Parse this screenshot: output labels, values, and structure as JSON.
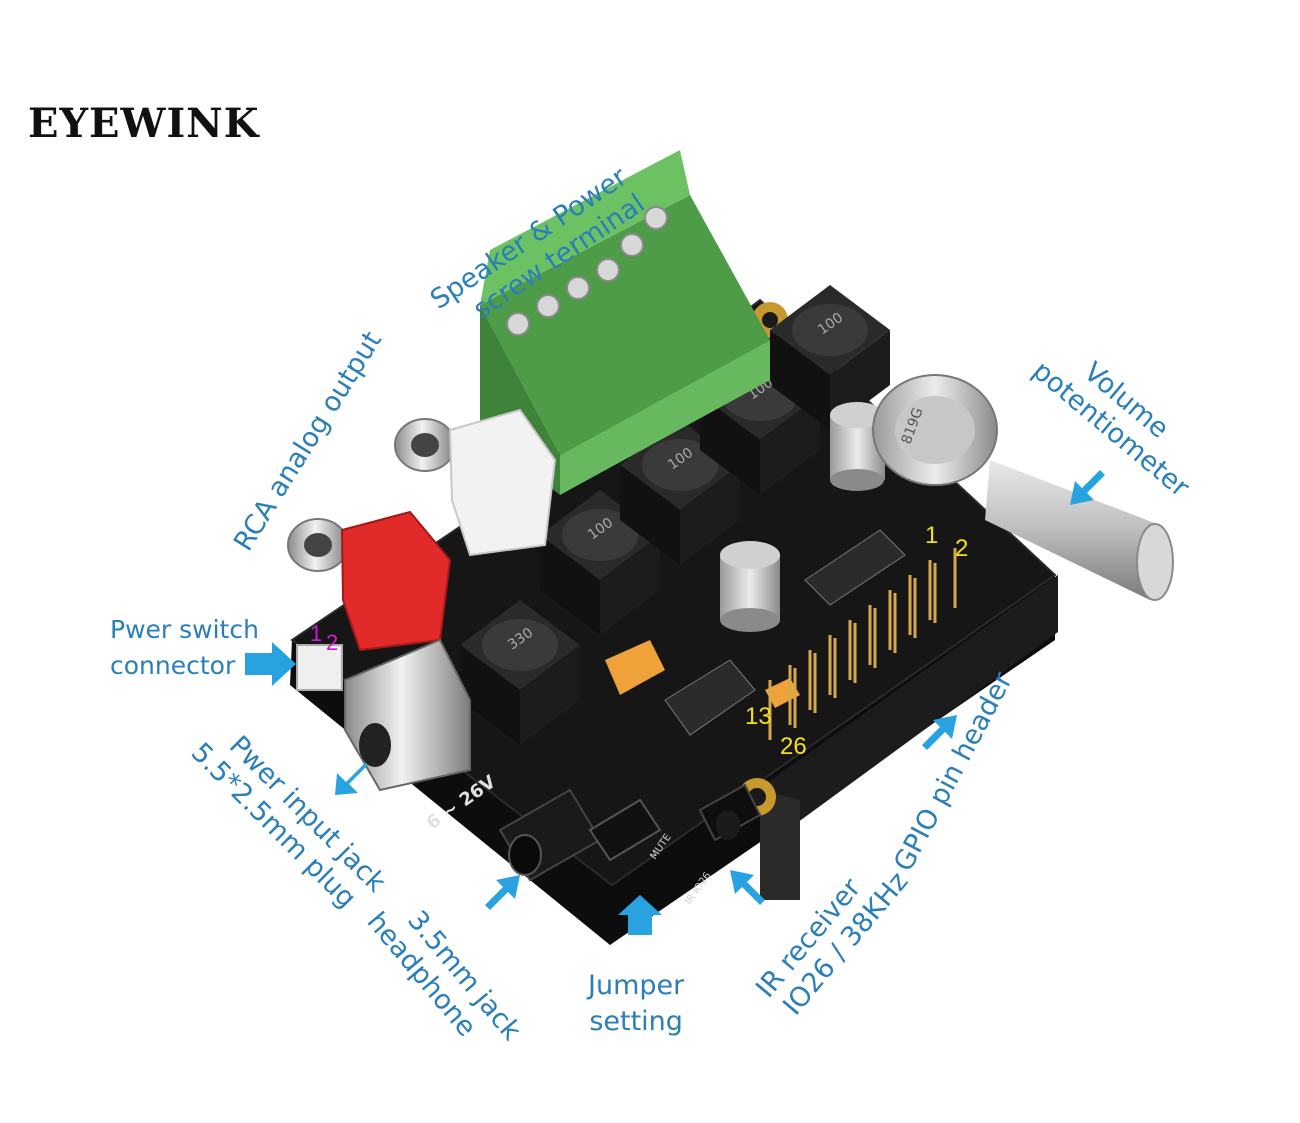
{
  "brand": "EYEWINK",
  "colors": {
    "label": "#2a7fb8",
    "arrow": "#29a3e0",
    "pcb": "#161616",
    "terminal": "#5fb157",
    "pin_number_yellow": "#f2e01a",
    "pin_number_magenta": "#d019d4"
  },
  "labels": {
    "speaker_terminal": [
      "Speaker & Power",
      "screw terminal"
    ],
    "rca_output": [
      "RCA analog output"
    ],
    "volume_pot": [
      "Volume",
      "potentiometer"
    ],
    "power_switch": [
      "Pwer  switch",
      "connector"
    ],
    "power_input": [
      "Pwer input jack",
      "5.5*2.5mm plug"
    ],
    "headphone": [
      "3.5mm jack",
      "headphone"
    ],
    "jumper": [
      "Jumper",
      "setting"
    ],
    "ir_receiver": [
      "IR receiver",
      "IO26 / 38KHz"
    ],
    "gpio_header": [
      "GPIO pin header"
    ]
  },
  "pin_numbers": {
    "gpio_pin_1": "1",
    "gpio_pin_2": "2",
    "gpio_pin_13": "13",
    "gpio_pin_26": "26",
    "switch_pin_1": "1",
    "switch_pin_2": "2"
  },
  "board_markings": {
    "inductor": "100",
    "inductor_alt": "330",
    "voltage_range": "6 ~ 26V",
    "pot_value": "819G",
    "mute_text": "MUTE",
    "ir_text": "IR IO26"
  }
}
